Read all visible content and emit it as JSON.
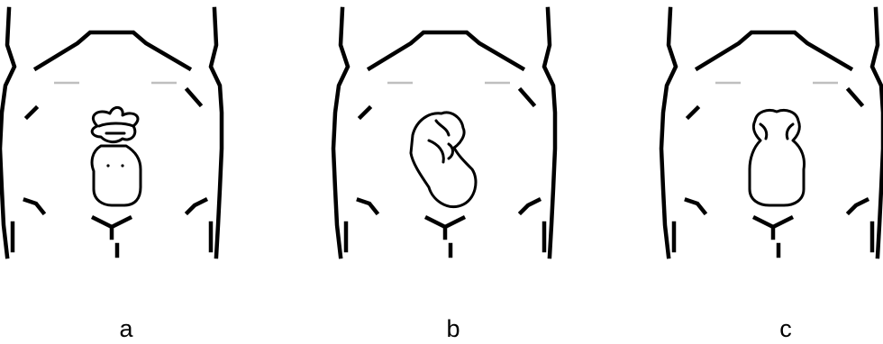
{
  "panels": [
    {
      "id": "a",
      "label": "a",
      "figure": "frontal-lobed"
    },
    {
      "id": "b",
      "label": "b",
      "figure": "side-curled"
    },
    {
      "id": "c",
      "label": "c",
      "figure": "frontal-plain"
    }
  ],
  "colors": {
    "line": "#000000",
    "background": "#ffffff",
    "faint": "#bfbfbf"
  }
}
